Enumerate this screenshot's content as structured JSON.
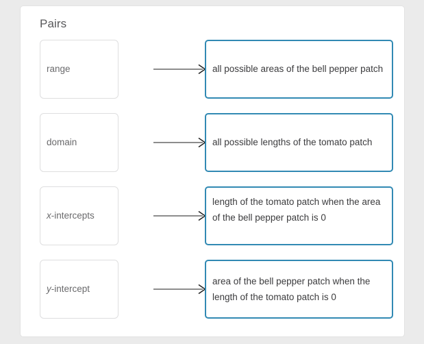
{
  "panel": {
    "title": "Pairs"
  },
  "icons": {
    "arrow": "arrow-right-icon"
  },
  "colors": {
    "page_background": "#ebebeb",
    "card_background": "#ffffff",
    "term_border": "#dededf",
    "definition_border": "#3189b3",
    "title_text": "#58585a",
    "term_text": "#6a6a6c",
    "definition_text": "#3b3b3d",
    "arrow": "#1b1b1b"
  },
  "pairs": [
    {
      "term_prefix": "",
      "term_italic": "",
      "term": "range",
      "definition": "all possible areas of the bell pepper patch",
      "lines": 2
    },
    {
      "term_prefix": "",
      "term_italic": "",
      "term": "domain",
      "definition": "all possible lengths of the tomato patch",
      "lines": 2
    },
    {
      "term_prefix": "",
      "term_italic": "x",
      "term": "-intercepts",
      "definition": "length of the tomato patch when the area of the bell pepper patch is 0",
      "lines": 3
    },
    {
      "term_prefix": "",
      "term_italic": "y",
      "term": "-intercept",
      "definition": "area of the bell pepper patch when the length of the tomato patch is 0",
      "lines": 2
    }
  ]
}
